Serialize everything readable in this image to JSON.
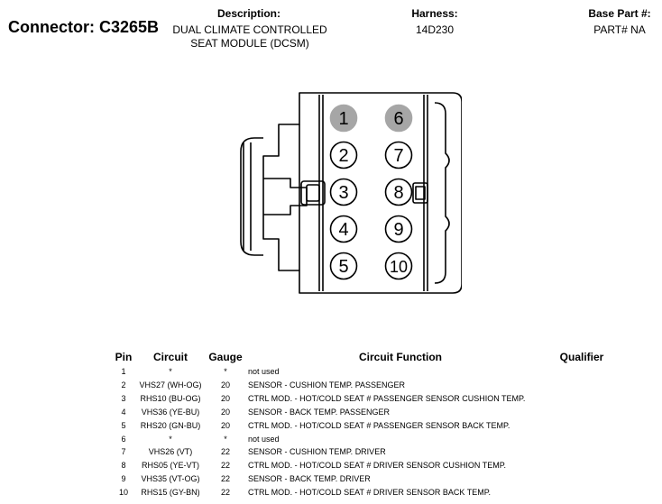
{
  "header": {
    "connector_label": "Connector:",
    "connector_id": "C3265B",
    "description_label": "Description:",
    "description_line1": "DUAL CLIMATE CONTROLLED",
    "description_line2": "SEAT MODULE (DCSM)",
    "harness_label": "Harness:",
    "harness_value": "14D230",
    "base_part_label": "Base Part #:",
    "base_part_value": "PART# NA"
  },
  "diagram": {
    "pins": [
      {
        "label": "1",
        "filled": true
      },
      {
        "label": "6",
        "filled": true
      },
      {
        "label": "2",
        "filled": false
      },
      {
        "label": "7",
        "filled": false
      },
      {
        "label": "3",
        "filled": false
      },
      {
        "label": "8",
        "filled": false
      },
      {
        "label": "4",
        "filled": false
      },
      {
        "label": "9",
        "filled": false
      },
      {
        "label": "5",
        "filled": false
      },
      {
        "label": "10",
        "filled": false
      }
    ],
    "filled_color": "#a6a6a6"
  },
  "table": {
    "headers": {
      "pin": "Pin",
      "circuit": "Circuit",
      "gauge": "Gauge",
      "function": "Circuit Function",
      "qualifier": "Qualifier"
    },
    "rows": [
      {
        "pin": "1",
        "circuit": "*",
        "gauge": "*",
        "function": "not used"
      },
      {
        "pin": "2",
        "circuit": "VHS27 (WH-OG)",
        "gauge": "20",
        "function": "SENSOR - CUSHION TEMP. PASSENGER"
      },
      {
        "pin": "3",
        "circuit": "RHS10 (BU-OG)",
        "gauge": "20",
        "function": "CTRL MOD. - HOT/COLD SEAT # PASSENGER SENSOR CUSHION TEMP."
      },
      {
        "pin": "4",
        "circuit": "VHS36 (YE-BU)",
        "gauge": "20",
        "function": "SENSOR - BACK TEMP. PASSENGER"
      },
      {
        "pin": "5",
        "circuit": "RHS20 (GN-BU)",
        "gauge": "20",
        "function": "CTRL MOD. - HOT/COLD SEAT # PASSENGER SENSOR BACK TEMP."
      },
      {
        "pin": "6",
        "circuit": "*",
        "gauge": "*",
        "function": "not used"
      },
      {
        "pin": "7",
        "circuit": "VHS26 (VT)",
        "gauge": "22",
        "function": "SENSOR - CUSHION TEMP. DRIVER"
      },
      {
        "pin": "8",
        "circuit": "RHS05 (YE-VT)",
        "gauge": "22",
        "function": "CTRL MOD. - HOT/COLD SEAT # DRIVER SENSOR CUSHION TEMP."
      },
      {
        "pin": "9",
        "circuit": "VHS35 (VT-OG)",
        "gauge": "22",
        "function": "SENSOR - BACK TEMP. DRIVER"
      },
      {
        "pin": "10",
        "circuit": "RHS15 (GY-BN)",
        "gauge": "22",
        "function": "CTRL MOD. - HOT/COLD SEAT # DRIVER SENSOR BACK TEMP."
      }
    ]
  }
}
